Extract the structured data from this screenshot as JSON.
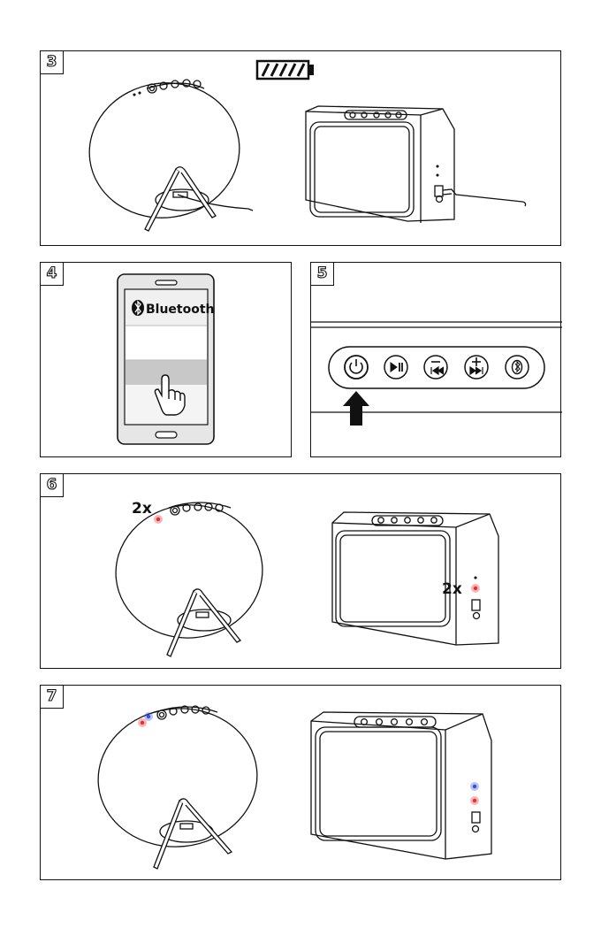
{
  "steps": {
    "step3": {
      "number": "3"
    },
    "step4": {
      "number": "4",
      "bluetooth_label": "Bluetooth"
    },
    "step5": {
      "number": "5"
    },
    "step6": {
      "number": "6",
      "press_count_left": "2x",
      "press_count_right": "2x"
    },
    "step7": {
      "number": "7"
    }
  },
  "icons": {
    "battery": "battery-full-icon",
    "power": "power-icon",
    "play_pause": "play-pause-icon",
    "previous": "previous-track-icon",
    "next": "next-track-icon",
    "bluetooth": "bluetooth-icon",
    "hand": "hand-pointer-icon",
    "arrow": "arrow-up-icon"
  },
  "colors": {
    "outline": "#111111",
    "led_red": "#e53030",
    "led_blue": "#3a4fd6"
  }
}
